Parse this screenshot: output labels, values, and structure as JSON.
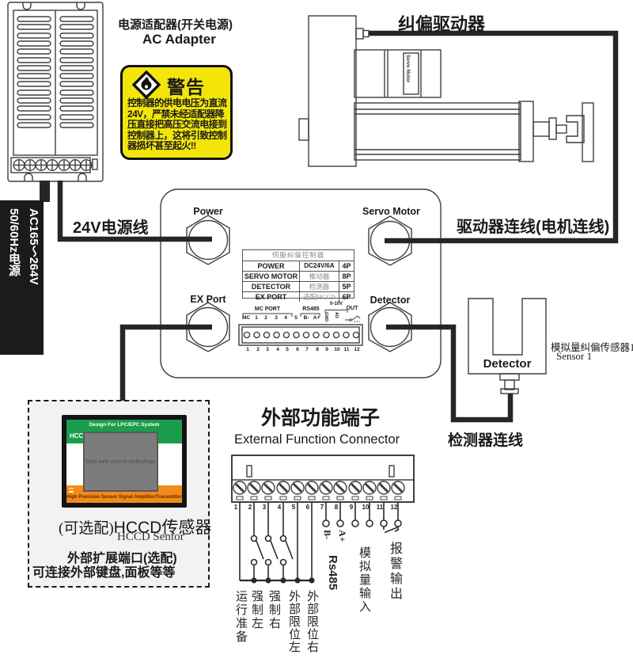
{
  "psu": {
    "title_cn": "电源适配器(开关电源)",
    "title_en": "AC Adapter"
  },
  "warning": {
    "title": "警告",
    "lines": [
      "控制器的供电电压为直流",
      "24V，严禁未经适配器降",
      "压直接把高压交流电接到",
      "控制器上，这将引致控制",
      "器损坏甚至起火!!"
    ]
  },
  "ac_input": {
    "line1": "AC165～264V",
    "line2": "50/60Hz电源"
  },
  "actuator": {
    "label": "纠偏驱动器",
    "motor_label": "Servo Motor"
  },
  "wires": {
    "power_label": "24V电源线",
    "motor_label": "驱动器连线(电机连线)",
    "detector_label": "检测器连线"
  },
  "controller": {
    "ports": {
      "power": "Power",
      "servo": "Servo Motor",
      "ex": "EX  Port",
      "detector": "Detector"
    },
    "table": {
      "title": "伺服纠偏控制器",
      "rows": [
        [
          "POWER",
          "DC24V/6A",
          "4P"
        ],
        [
          "SERVO MOTOR",
          "推动器",
          "8P"
        ],
        [
          "DETECTOR",
          "检测器",
          "5P"
        ],
        [
          "EX PORT",
          "选配HCCD",
          "6P"
        ]
      ]
    },
    "strip": {
      "group_mc": "MC PORT",
      "mc": "MC",
      "mc_pins": [
        "1",
        "2",
        "3",
        "4",
        "5"
      ],
      "group_rs485": "RS485",
      "b_minus": "B-",
      "a_plus": "A+",
      "group_010v": "0-10V",
      "gnd": "GND",
      "ad": "AD",
      "out": "OUT",
      "numbers": [
        "1",
        "2",
        "3",
        "4",
        "5",
        "6",
        "7",
        "8",
        "9",
        "10",
        "11",
        "12"
      ]
    }
  },
  "sensor": {
    "label": "Detector",
    "name_cn": "模拟量纠偏传感器1",
    "name_en": "Sensor  1"
  },
  "hccd": {
    "display": {
      "header": "Design For LPC/EPC System",
      "brand": "HCCD",
      "center": "Best web control technology",
      "footer": "High Precision Sensor Signal Amplifier/Transmitter"
    },
    "caption_cn_prefix": "(可选配)",
    "caption_cn_main": "HCCD传感器",
    "caption_en": "HCCD  Sentor",
    "note1": "外部扩展端口(选配)",
    "note2": "可连接外部键盘,面板等等"
  },
  "external": {
    "title": "外部功能端子",
    "subtitle": "External Function Connector",
    "pins": [
      "1",
      "2",
      "3",
      "4",
      "5",
      "6",
      "7",
      "8",
      "9",
      "10",
      "11",
      "12"
    ],
    "labels": {
      "b_minus": "B-",
      "a_plus": "A+",
      "rs485": "Rs485",
      "analog_in": "模拟量输入",
      "alarm_out": "报警输出"
    },
    "switch_labels": [
      "运行准备",
      "强制左",
      "强制右",
      "外部限位左",
      "外部限位右"
    ]
  },
  "colors": {
    "warning_yellow": "#f3e50a",
    "display_green": "#1a9e4d",
    "display_orange": "#f28a1a",
    "panel_gray": "#7c7c7c",
    "wire_black": "#262626",
    "line_gray": "#3f3f3f"
  }
}
